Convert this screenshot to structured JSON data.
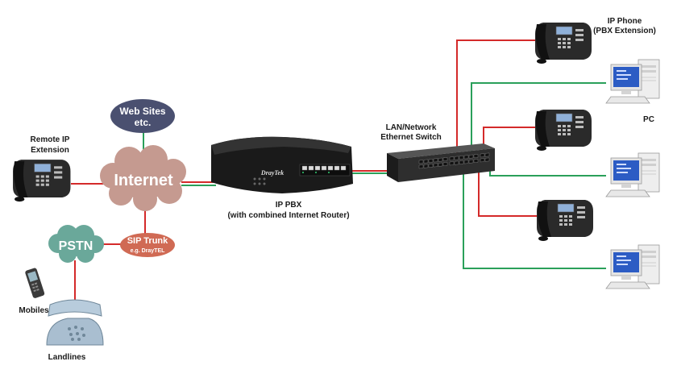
{
  "labels": {
    "remote_ip_line1": "Remote IP",
    "remote_ip_line2": "Extension",
    "web_sites_line1": "Web Sites",
    "web_sites_line2": "etc.",
    "internet": "Internet",
    "pstn": "PSTN",
    "sip_trunk_line1": "SIP Trunk",
    "sip_trunk_line2": "e.g. DrayTEL",
    "mobiles": "Mobiles",
    "landlines": "Landlines",
    "ip_pbx_line1": "IP PBX",
    "ip_pbx_line2": "(with combined Internet Router)",
    "router_brand": "DrayTek",
    "switch_line1": "LAN/Network",
    "switch_line2": "Ethernet Switch",
    "ip_phone_line1": "IP Phone",
    "ip_phone_line2": "(PBX Extension)",
    "pc": "PC"
  },
  "colors": {
    "voice_link": "#d42a2a",
    "data_link": "#2aa05a",
    "internet_cloud": "#c59a90",
    "pstn_cloud": "#6aa89a",
    "web_sites_bubble": "#4a5070",
    "sip_trunk_bubble": "#d06a54",
    "router_body": "#1a1a1a",
    "switch_body": "#2e2e2e"
  },
  "icons": [
    "ip-phone-icon",
    "pc-icon",
    "mobile-phone-icon",
    "landline-phone-icon",
    "router-icon",
    "switch-icon"
  ]
}
